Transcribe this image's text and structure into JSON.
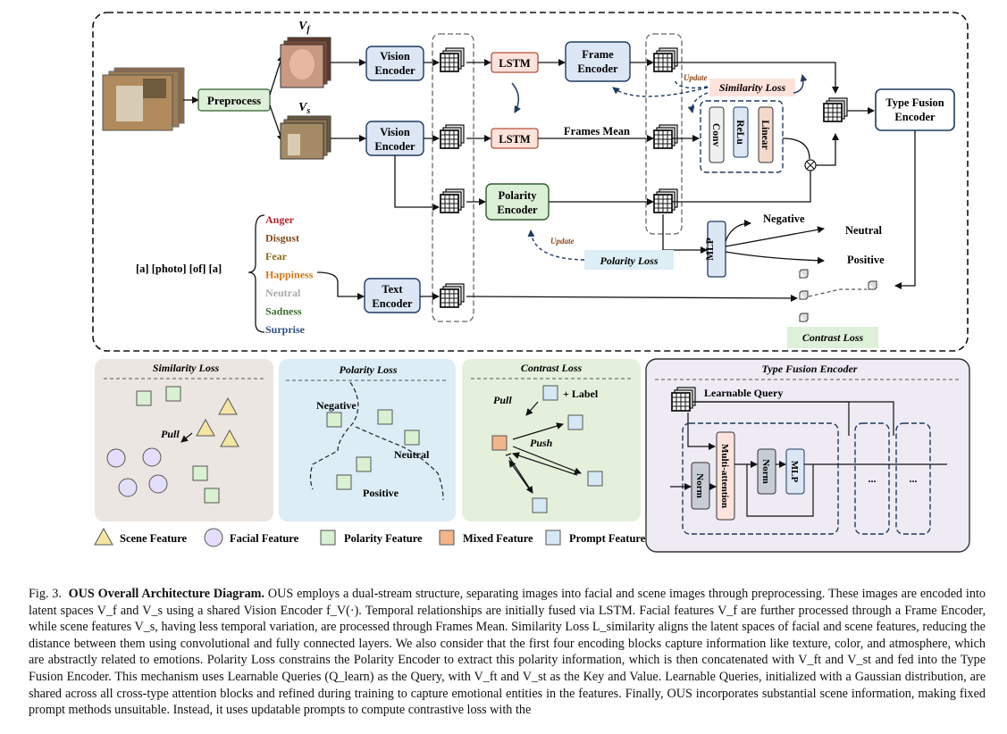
{
  "main": {
    "preprocess": "Preprocess",
    "vf": "V",
    "vf_sub": "f",
    "vs": "V",
    "vs_sub": "s",
    "vision_encoder_1": [
      "Vision",
      "Encoder"
    ],
    "vision_encoder_2": [
      "Vision",
      "Encoder"
    ],
    "lstm_1": "LSTM",
    "lstm_2": "LSTM",
    "frame_encoder": [
      "Frame",
      "Encoder"
    ],
    "frames_mean": "Frames Mean",
    "polarity_encoder": [
      "Polarity",
      "Encoder"
    ],
    "text_encoder": [
      "Text",
      "Encoder"
    ],
    "prompt": "[a] [photo] [of] [a]",
    "emotions": [
      {
        "label": "Anger",
        "color": "#b3202a"
      },
      {
        "label": "Disgust",
        "color": "#7a4e1e"
      },
      {
        "label": "Fear",
        "color": "#8a6a18"
      },
      {
        "label": "Happiness",
        "color": "#d0751a"
      },
      {
        "label": "Neutral",
        "color": "#a8a8a8"
      },
      {
        "label": "Sadness",
        "color": "#3f6b2e"
      },
      {
        "label": "Surprise",
        "color": "#2f4f84"
      }
    ],
    "similarity_loss": "Similarity Loss",
    "update_1": "Update",
    "update_2": "Update",
    "conv": "Conv",
    "relu": "ReLu",
    "linear": "Linear",
    "type_fusion_encoder": [
      "Type Fusion",
      "Encoder"
    ],
    "mlp": "MLP",
    "negative": "Negative",
    "neutral": "Neutral",
    "positive": "Positive",
    "polarity_loss": "Polarity Loss",
    "contrast_loss": "Contrast Loss"
  },
  "panels": {
    "similarity": {
      "title": "Similarity Loss",
      "pull": "Pull"
    },
    "polarity": {
      "title": "Polarity Loss",
      "negative": "Negative",
      "neutral": "Neutral",
      "positive": "Positive"
    },
    "contrast": {
      "title": "Contrast Loss",
      "pull": "Pull",
      "push": "Push",
      "label": "+ Label"
    },
    "fusion": {
      "title": "Type Fusion Encoder",
      "learnable_query": "Learnable Query",
      "norm_1": "Norm",
      "multi_attention": "Multi-attention",
      "norm_2": "Norm",
      "mlp": "MLP",
      "dots_1": "...",
      "dots_2": "..."
    }
  },
  "legend": [
    {
      "label": "Scene Feature",
      "shape": "triangle",
      "color": "#f3e6a4"
    },
    {
      "label": "Facial Feature",
      "shape": "circle",
      "color": "#e4defa"
    },
    {
      "label": "Polarity Feature",
      "shape": "square",
      "color": "#d9f0d3"
    },
    {
      "label": "Mixed Feature",
      "shape": "square",
      "color": "#f2b48a"
    },
    {
      "label": "Prompt Feature",
      "shape": "square",
      "color": "#d7e8f5"
    }
  ],
  "colors": {
    "panel_similarity": "#ece6e2",
    "panel_polarity": "#dcedf6",
    "panel_contrast": "#e4f0dc",
    "panel_fusion": "#eeebf4",
    "encoder_blue": "#dce6f5",
    "encoder_green": "#dcf0d8",
    "loss_blue": "#ddeef6",
    "loss_green": "#dff0da",
    "loss_pink": "#fde3dc"
  },
  "caption": {
    "fig": "Fig. 3.",
    "title": "OUS Overall Architecture Diagram.",
    "lines": [
      " OUS employs a dual-stream structure, separating images into facial and scene images through preprocessing.",
      "These images are encoded into latent spaces V_f and V_s using a shared Vision Encoder f_V(·). Temporal relationships are initially fused via LSTM. Facial",
      "features V_f are further processed through a Frame Encoder, while scene features V_s, having less temporal variation, are processed through Frames Mean.",
      "Similarity Loss L_similarity aligns the latent spaces of facial and scene features, reducing the distance between them using convolutional and fully connected",
      "layers. We also consider that the first four encoding blocks capture information like texture, color, and atmosphere, which are abstractly related to emotions.",
      "Polarity Loss constrains the Polarity Encoder to extract this polarity information, which is then concatenated with V_ft and V_st and fed into the Type Fusion",
      "Encoder. This mechanism uses Learnable Queries (Q_learn) as the Query, with V_ft and V_st as the Key and Value. Learnable Queries, initialized with a",
      "Gaussian distribution, are shared across all cross-type attention blocks and refined during training to capture emotional entities in the features. Finally, OUS",
      "incorporates substantial scene information, making fixed prompt methods unsuitable. Instead, it uses updatable prompts to compute contrastive loss with the"
    ]
  }
}
